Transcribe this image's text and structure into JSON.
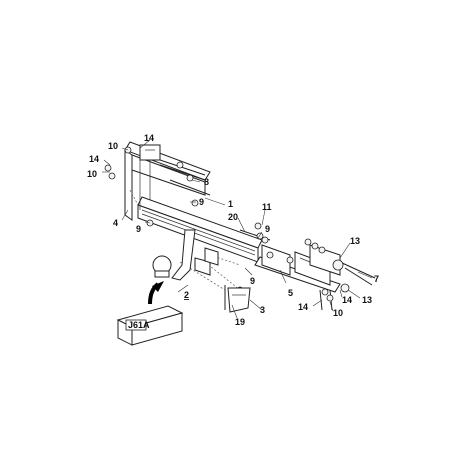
{
  "labels": {
    "l1": "1",
    "l2": "2",
    "l3": "3",
    "l4": "4",
    "l5": "5",
    "l7": "7",
    "l8": "8",
    "l9a": "9",
    "l9b": "9",
    "l9c": "9",
    "l9d": "9",
    "l10a": "10",
    "l10b": "10",
    "l10c": "10",
    "l11": "11",
    "l13a": "13",
    "l13b": "13",
    "l14a": "14",
    "l14b": "14",
    "l14c": "14",
    "l14d": "14",
    "l19": "19",
    "l20": "20"
  },
  "box_label": "J61A"
}
